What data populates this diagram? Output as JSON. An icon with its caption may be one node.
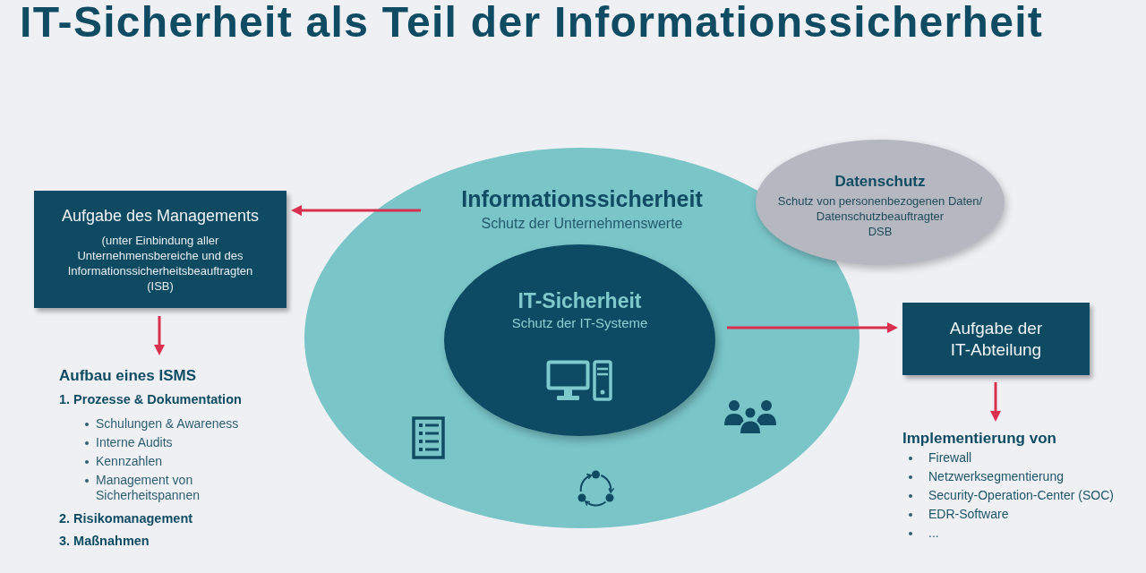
{
  "diagram": {
    "title": "IT-Sicherheit als Teil der Informationssicherheit",
    "nodes": [
      {
        "text": [
          "Informationssicherheit",
          "Schutz der Unternehmenswerte"
        ]
      },
      {
        "text": [
          "IT-Sicherheit",
          "Schutz der IT-Systeme"
        ],
        "in": 0
      },
      {
        "text": [
          "Datenschutz",
          "Schutz von personenbezogenen Daten/ Datenschutzbeauftragter",
          "DSB"
        ]
      },
      {
        "text": [
          "Aufgabe des Managements",
          "(unter Einbindung aller Unternehmensbereiche und des Informationssicherheitsbeauftragten (ISB)"
        ]
      },
      {
        "text": [
          "Aufbau eines ISMS",
          "1. Prozesse & Dokumentation",
          "Schulungen & Awareness",
          "Interne Audits",
          "Kennzahlen",
          "Management von Sicherheitspannen",
          "2. Risikomanagement",
          "3. Maßnahmen"
        ]
      },
      {
        "text": [
          "Aufgabe der IT-Abteilung"
        ]
      },
      {
        "text": [
          "Implementierung von",
          "Firewall",
          "Netzwerksegmentierung",
          "Security-Operation-Center (SOC)",
          "EDR-Software",
          "..."
        ]
      }
    ],
    "edges": [
      {
        "from": 0,
        "to": 3,
        "arrow": "to"
      },
      {
        "from": 1,
        "to": 5,
        "arrow": "to"
      },
      {
        "from": 3,
        "to": 4,
        "arrow": "to"
      },
      {
        "from": 5,
        "to": 6,
        "arrow": "to"
      }
    ]
  }
}
